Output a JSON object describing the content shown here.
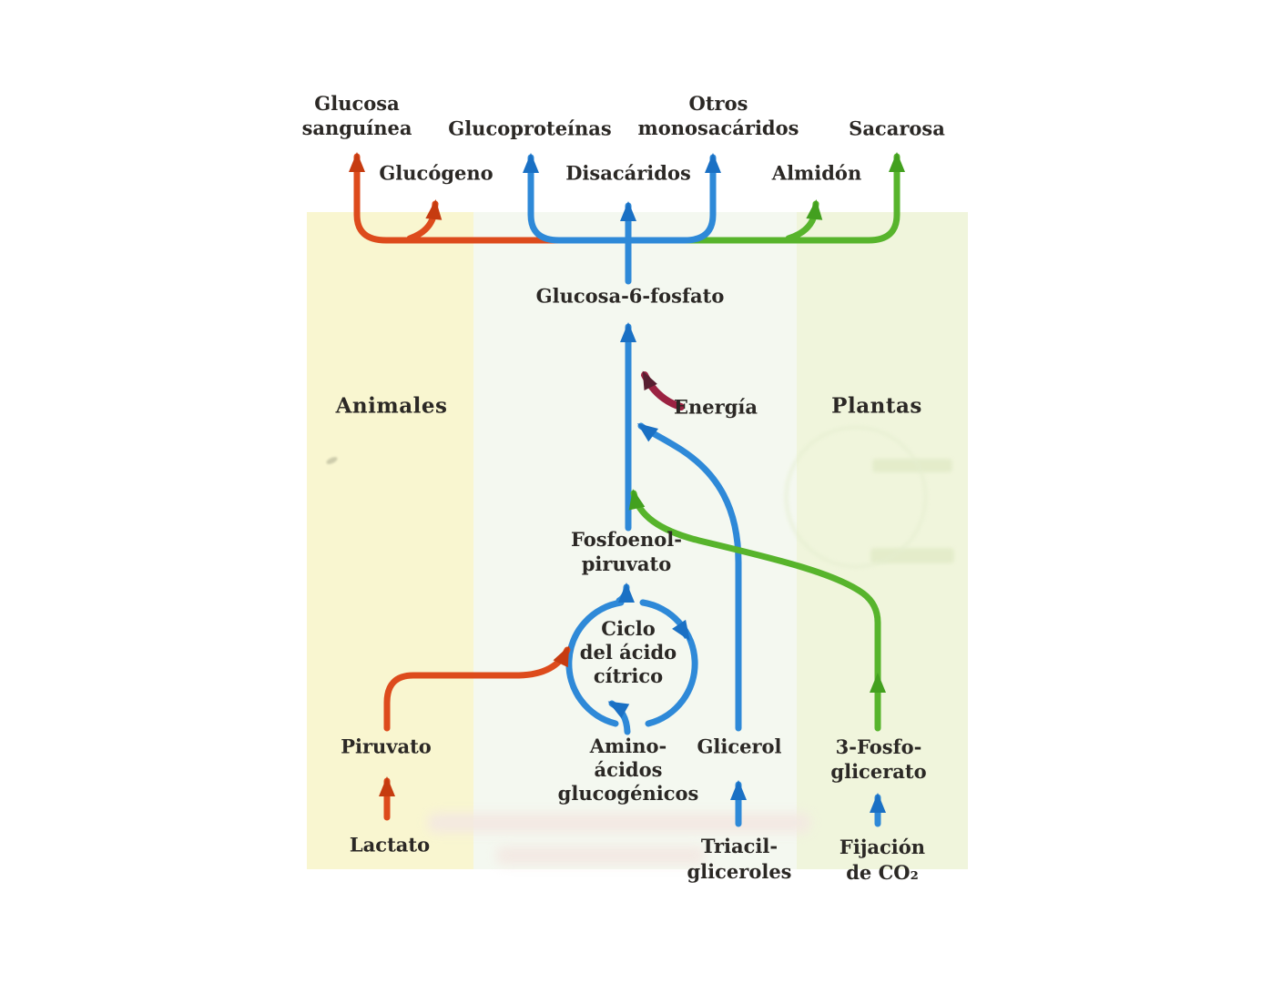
{
  "regions": {
    "left": "Animales",
    "right": "Plantas"
  },
  "nodes": {
    "glucosa_sanguinea": "Glucosa\nsanguínea",
    "glucoproteinas": "Glucoproteínas",
    "otros_monosacaridos": "Otros\nmonosacáridos",
    "sacarosa": "Sacarosa",
    "glucogeno": "Glucógeno",
    "disacaridos": "Disacáridos",
    "almidon": "Almidón",
    "glucosa_6_fosfato": "Glucosa-6-fosfato",
    "energia": "Energía",
    "fosfoenolpiruvato": "Fosfoenol-\npiruvato",
    "ciclo_acido_citrico": "Ciclo\ndel ácido\ncítrico",
    "piruvato": "Piruvato",
    "lactato": "Lactato",
    "aminoacidos_glucogenicos": "Amino-\nácidos\nglucogénicos",
    "glicerol": "Glicerol",
    "triacilgliceroles": "Triacil-\ngliceroles",
    "fosfoglicerato": "3-Fosfo-\nglicerato",
    "fijacion_co2": "Fijación\nde CO₂"
  },
  "flows": [
    {
      "from": "Glucosa-6-fosfato",
      "to": "Glucosa sanguínea",
      "color": "red"
    },
    {
      "from": "Glucosa-6-fosfato",
      "to": "Glucógeno",
      "color": "red"
    },
    {
      "from": "Glucosa-6-fosfato",
      "to": "Glucoproteínas",
      "color": "blue"
    },
    {
      "from": "Glucosa-6-fosfato",
      "to": "Disacáridos",
      "color": "blue"
    },
    {
      "from": "Glucosa-6-fosfato",
      "to": "Otros monosacáridos",
      "color": "blue"
    },
    {
      "from": "Glucosa-6-fosfato",
      "to": "Almidón",
      "color": "green"
    },
    {
      "from": "Glucosa-6-fosfato",
      "to": "Sacarosa",
      "color": "green"
    },
    {
      "from": "Energía",
      "to": "Glucosa-6-fosfato",
      "color": "maroon"
    },
    {
      "from": "Fosfoenolpiruvato",
      "to": "Glucosa-6-fosfato",
      "color": "blue"
    },
    {
      "from": "Glicerol",
      "to": "Glucosa-6-fosfato",
      "color": "blue"
    },
    {
      "from": "3-Fosfoglicerato",
      "to": "Glucosa-6-fosfato",
      "color": "green"
    },
    {
      "from": "Ciclo del ácido cítrico",
      "to": "Fosfoenolpiruvato",
      "color": "blue"
    },
    {
      "from": "Piruvato",
      "to": "Ciclo del ácido cítrico",
      "color": "red"
    },
    {
      "from": "Aminoácidos glucogénicos",
      "to": "Ciclo del ácido cítrico",
      "color": "blue"
    },
    {
      "from": "Lactato",
      "to": "Piruvato",
      "color": "red"
    },
    {
      "from": "Triacilgliceroles",
      "to": "Glicerol",
      "color": "blue"
    },
    {
      "from": "Fijación de CO₂",
      "to": "3-Fosfoglicerato",
      "color": "blue"
    }
  ],
  "colors": {
    "arrow_red": "#dd4b1c",
    "arrow_red_dark": "#c63b10",
    "arrow_blue": "#2e89d8",
    "arrow_blue_dark": "#1a70c4",
    "arrow_green": "#57b42c",
    "arrow_green_dark": "#43a01f",
    "arrow_maroon": "#9b2342",
    "arrow_maroon_dark": "#571e30",
    "text_dark": "#2b2825",
    "band_yellow": "#f9f6d0",
    "band_center": "#f4f8f0",
    "band_green": "#f0f5dc",
    "page_bg": "#ffffff"
  }
}
